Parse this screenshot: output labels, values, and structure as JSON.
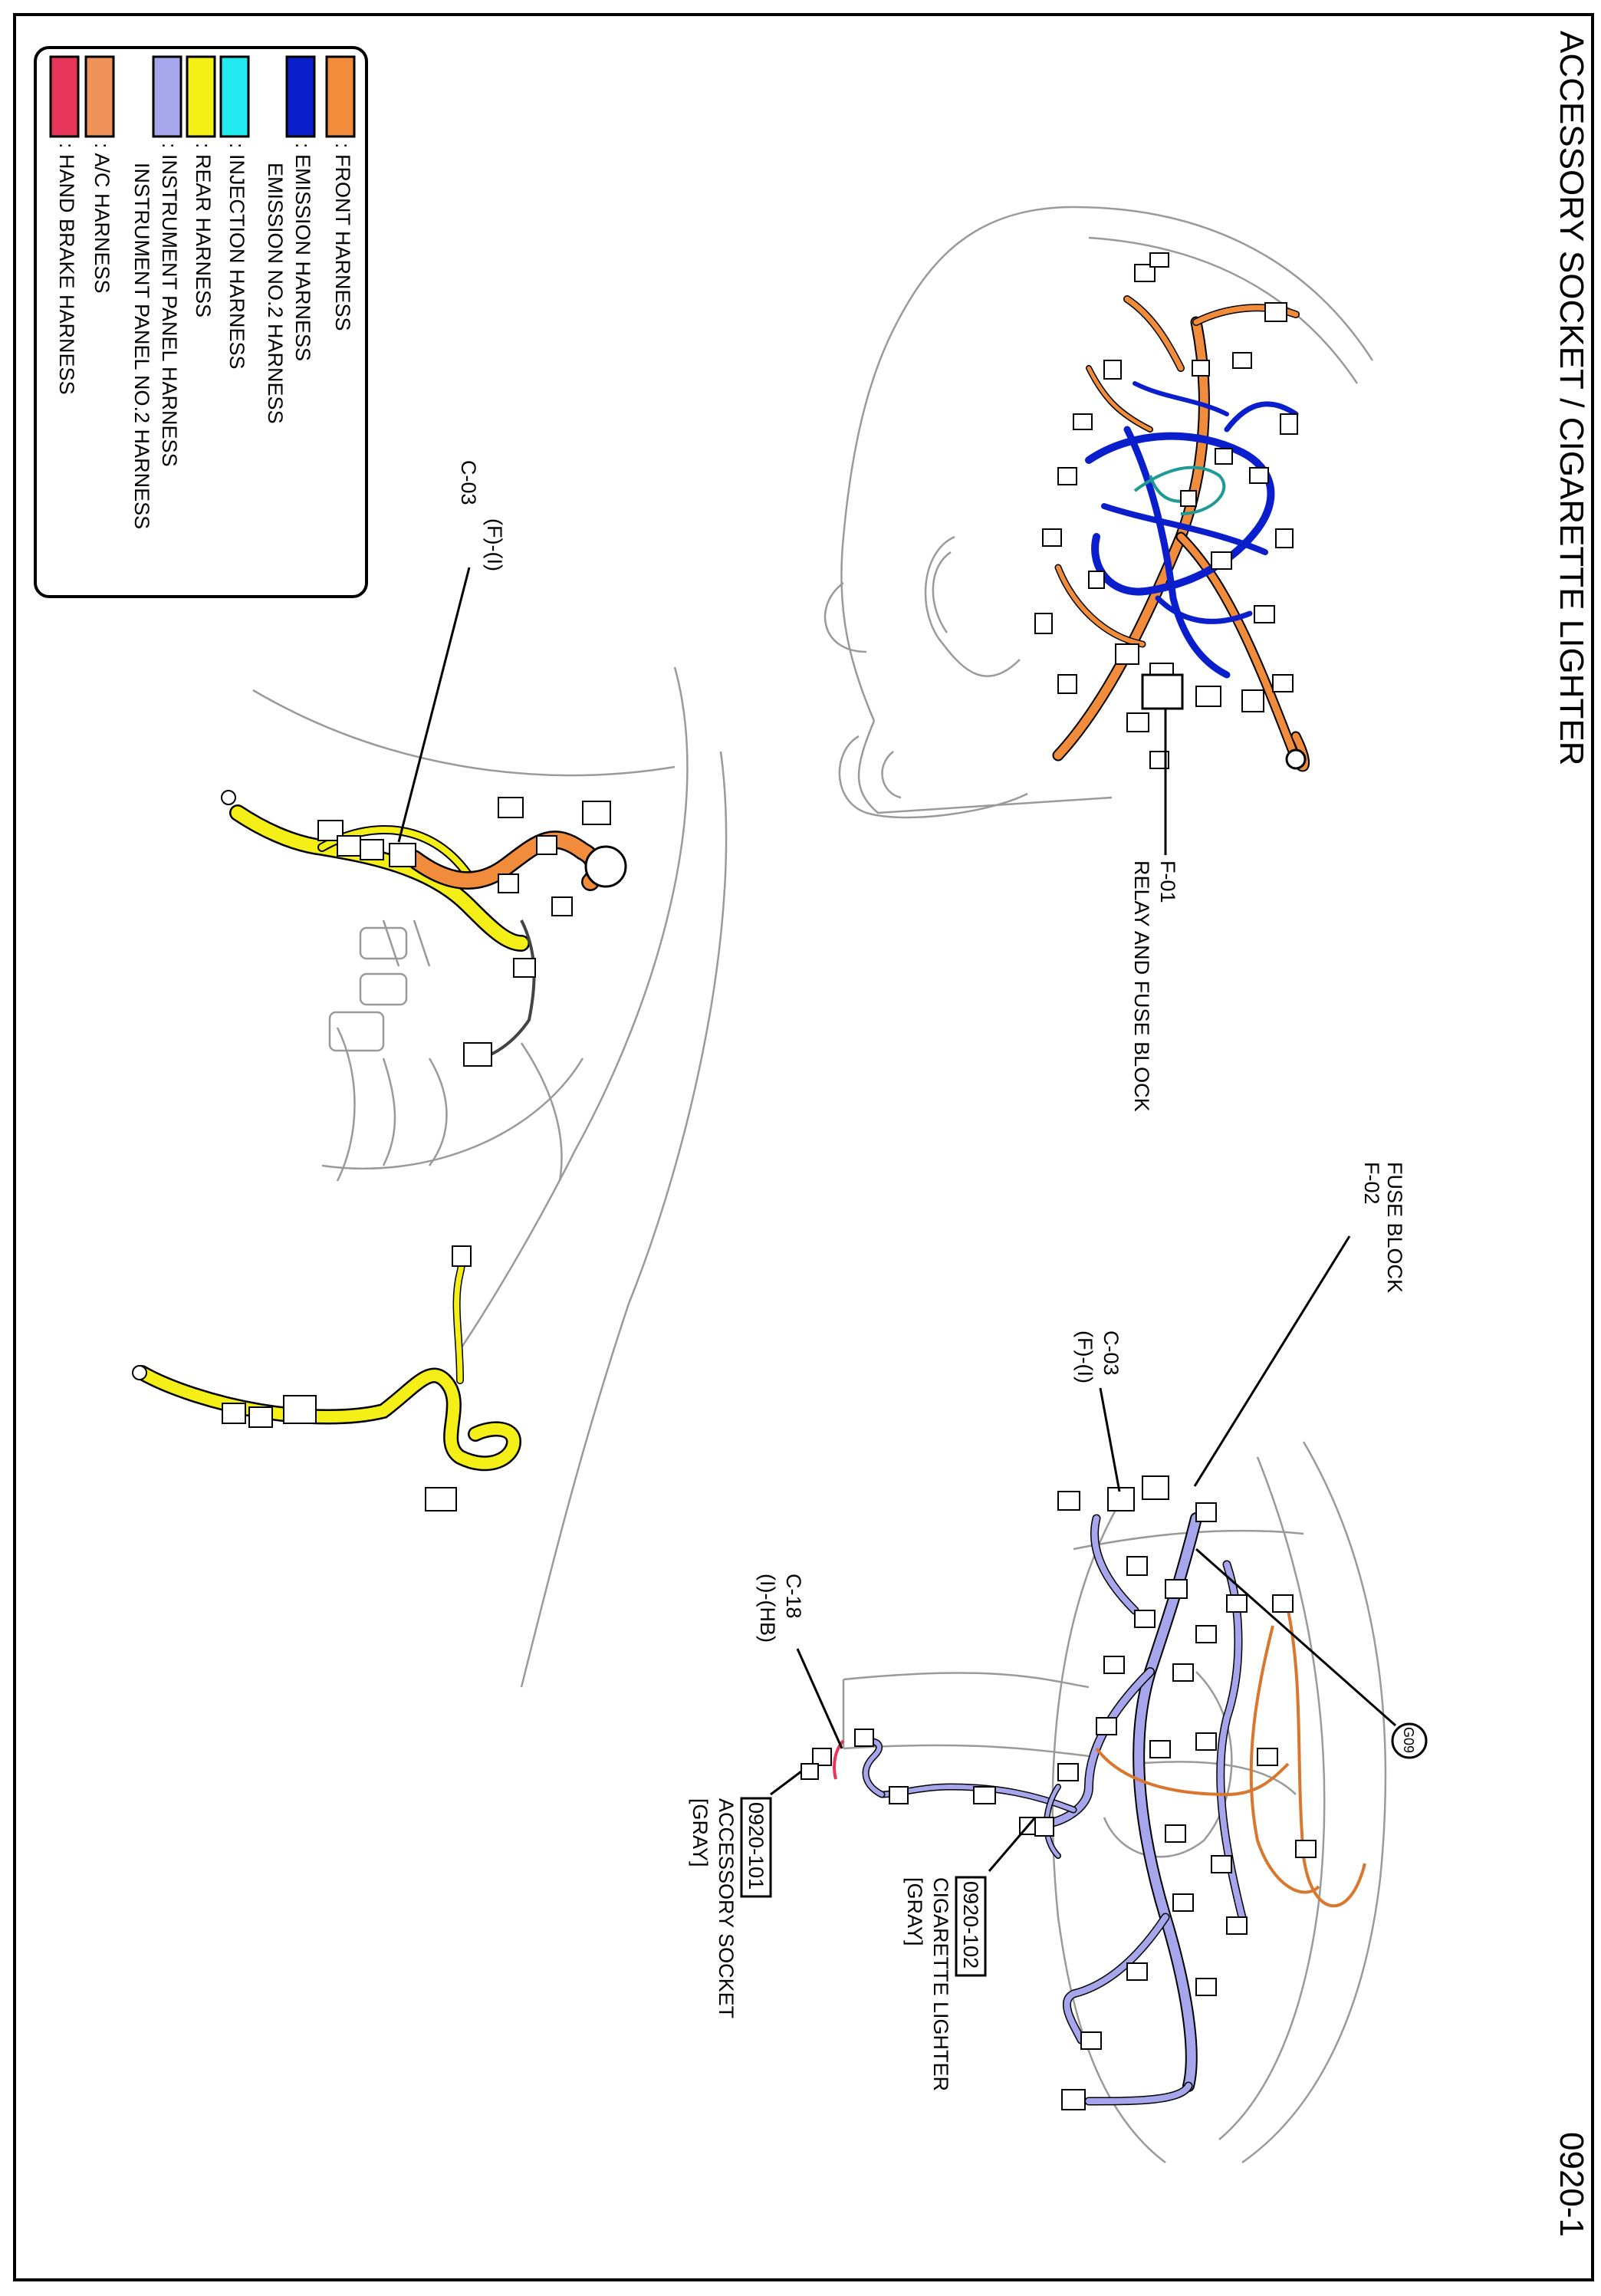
{
  "page": {
    "title": "ACCESSORY SOCKET / CIGARETTE LIGHTER",
    "page_number": "0920-1"
  },
  "legend": {
    "items": [
      {
        "label": ": FRONT HARNESS",
        "color": "#f08c3c"
      },
      {
        "label": ": EMISSION HARNESS",
        "color": "#0a1ecc"
      },
      {
        "label": "EMISSION NO.2 HARNESS",
        "color": null
      },
      {
        "label": ": INJECTION HARNESS",
        "color": "#22e8f0"
      },
      {
        "label": ": REAR HARNESS",
        "color": "#f5ef18"
      },
      {
        "label": ": INSTRUMENT PANEL HARNESS",
        "color": "#a7a6ec"
      },
      {
        "label": "INSTRUMENT PANEL NO.2 HARNESS",
        "color": null
      },
      {
        "label": ": A/C HARNESS",
        "color": "#f0935a"
      },
      {
        "label": ": HAND BRAKE HARNESS",
        "color": "#e8365a"
      }
    ]
  },
  "callouts": {
    "relay_fuse_block": {
      "code": "F-01",
      "name": "RELAY AND FUSE BLOCK"
    },
    "fuse_block": {
      "code": "F-02",
      "name": "FUSE BLOCK"
    },
    "c03_panel": {
      "code": "C-03",
      "detail": "(F)-(I)"
    },
    "c03_floor": {
      "code": "C-03",
      "detail": "(F)-(I)"
    },
    "c18": {
      "code": "C-18",
      "detail": "(I)-(HB)"
    },
    "ground": {
      "code": "G09"
    },
    "cigarette_lighter": {
      "code": "0920-102",
      "name": "CIGARETTE LIGHTER",
      "color": "[GRAY]"
    },
    "accessory_socket": {
      "code": "0920-101",
      "name": "ACCESSORY SOCKET",
      "color": "[GRAY]"
    }
  },
  "harness_colors": {
    "front": "#f08c3c",
    "emission": "#1a2fd0",
    "injection": "#1f9a96",
    "rear": "#f5ef18",
    "instrument_panel": "#a7a6ec",
    "ac": "#e07a3c",
    "hand_brake": "#e8365a",
    "outline": "#9a9a9a"
  }
}
